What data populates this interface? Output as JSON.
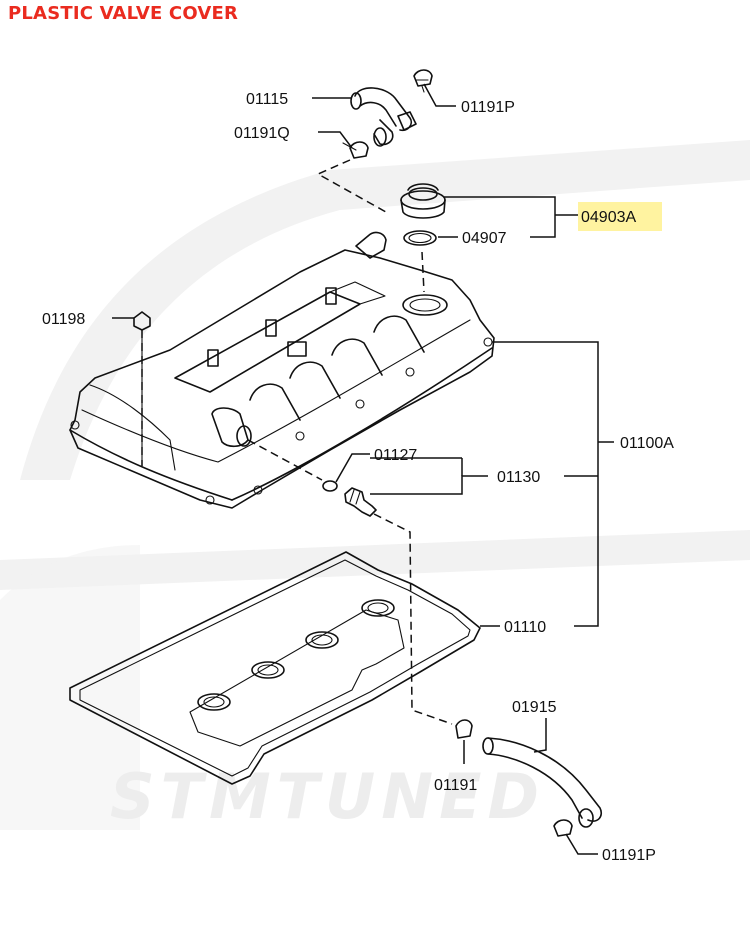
{
  "title": "PLASTIC VALVE COVER",
  "watermark": "STMTUNED",
  "highlight_color": "#fff3a0",
  "title_color": "#ea2b1f",
  "callouts": {
    "p01115": "01115",
    "p01191p_top": "01191P",
    "p01191q": "01191Q",
    "p04903a": "04903A",
    "p04907": "04907",
    "p01198": "01198",
    "p01127": "01127",
    "p01130": "01130",
    "p01100a": "01100A",
    "p01110": "01110",
    "p01915": "01915",
    "p01191": "01191",
    "p01191p_bottom": "01191P"
  }
}
